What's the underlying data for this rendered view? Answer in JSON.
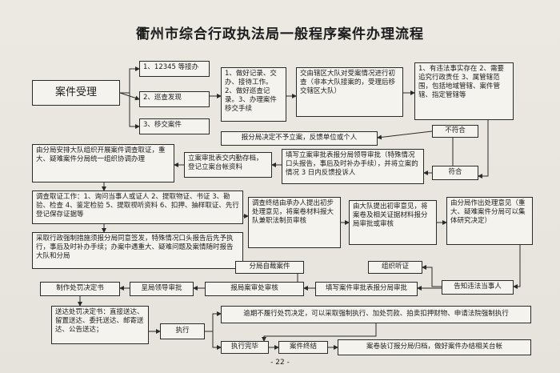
{
  "title": "衢州市综合行政执法局一般程序案件办理流程",
  "boxes": {
    "case_accept": "案件受理",
    "src_12345": "1、12345 等接办",
    "src_patrol": "2、巡查发现",
    "src_transfer": "3、移交案件",
    "record": "1、做好记录、交办、接待工作。2、做好巡查记录。3、办理案件移交手续",
    "district": "交由辖区大队对受案情况进行初查（非本大队接案的，受理后移交辖区大队）",
    "conditions": "1、有违法事实存在 2、需要追究行政责任 3、属管辖范围，包括地域管辖、案件管辖、指定管辖等",
    "not_meet": "不符合",
    "not_file": "报分局决定不予立案，反馈单位或个人",
    "meet": "符合",
    "file_approve": "填写立案审批表报分局领导审批（特殊情况口头报告，事后及时补办手续），并将立案的情况 3 日内反馈投诉人",
    "archive": "立案审批表交内勤存档，登记立案台帐资料",
    "organize": "由分局安排大队组织开展案件调查取证，重大、疑难案件分局统一组织协调办理",
    "investigate": "调查取证工作：1、询问当事人或证人 2、提取物证、书证 3、勘验、检查 4、鉴定检验 5、提取视听资料 6、扣押、抽样取证、先行登记保存证据等",
    "enforce_measure": "采取行政强制措施须报分局同意签发，特殊情况口头报告后先予执行，事后及时补办手续；办案中遇重大、疑难问题及案情随时报告大队和分局",
    "proposal": "调查终结由承办人提出初步处理意见，将案卷材料报大队兼职法制员审核",
    "dept_review": "由大队提出初审意见，将案卷及相关证据材料报分局审批或审核",
    "branch_opinion": "由分局作出处理意见（重大、疑难案件分局可以集体研究决定）",
    "self_hear": "分局自裁案件",
    "hearing": "组织听证",
    "notify": "告知违法当事人",
    "report_case": "填写案件审批表报分局审批",
    "legal_review": "报局案审处审核",
    "leader_approve": "呈局领导审批",
    "decision": "制作处罚决定书",
    "delivery": "送达处罚决定书：直接送达、留置送达、委托送达、邮寄送达、公告送达；",
    "execute": "执行",
    "overdue": "逾期不履行处罚决定，可以采取强制执行、加处罚款、拍卖扣押财物、申请法院强制执行",
    "exec_done": "执行完毕",
    "closing": "案件终结",
    "binding": "案卷装订报分局归档，做好案件办结相关台帐"
  },
  "page_number": "- 22 -"
}
